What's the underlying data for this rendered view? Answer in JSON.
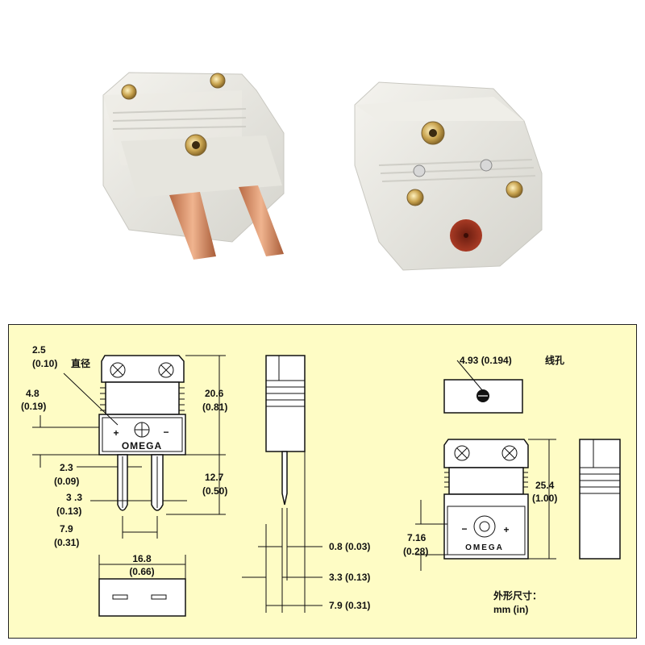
{
  "photo": {
    "alt_subject": "two connector bodies"
  },
  "brand": {
    "logo_text": "OMEGA"
  },
  "male_front": {
    "pin_diameter": {
      "mm": "2.5",
      "in": "(0.10)",
      "note": "直径"
    },
    "height_total": {
      "mm": "20.6",
      "in": "(0.81)"
    },
    "side_offset": {
      "mm": "4.8",
      "in": "(0.19)"
    },
    "pin_length": {
      "mm": "12.7",
      "in": "(0.50)"
    },
    "pin_width": {
      "mm": "2.3",
      "in": "(0.09)"
    },
    "pin_gap": {
      "mm": "3 .3",
      "in": "(0.13)"
    },
    "pin_pitch": {
      "mm": "7.9",
      "in": "(0.31)"
    },
    "polarity": {
      "plus": "+",
      "minus": "−"
    }
  },
  "male_bottom": {
    "width": {
      "mm": "16.8",
      "in": "(0.66)"
    }
  },
  "male_side": {
    "pin_thickness": {
      "text": "0.8 (0.03)"
    },
    "offset": {
      "text": "3.3 (0.13)"
    },
    "depth": {
      "text": "7.9 (0.31)"
    }
  },
  "female_rear": {
    "wire_hole": {
      "text": "4.93 (0.194)",
      "note": "线孔"
    }
  },
  "female_front": {
    "height_total": {
      "mm": "25.4",
      "in": "(1.00)"
    },
    "face_height": {
      "mm": "7.16",
      "in": "(0.28)"
    },
    "polarity": {
      "plus": "+",
      "minus": "−"
    }
  },
  "units_note": {
    "line1": "外形尺寸：",
    "line2": "mm (in)"
  }
}
